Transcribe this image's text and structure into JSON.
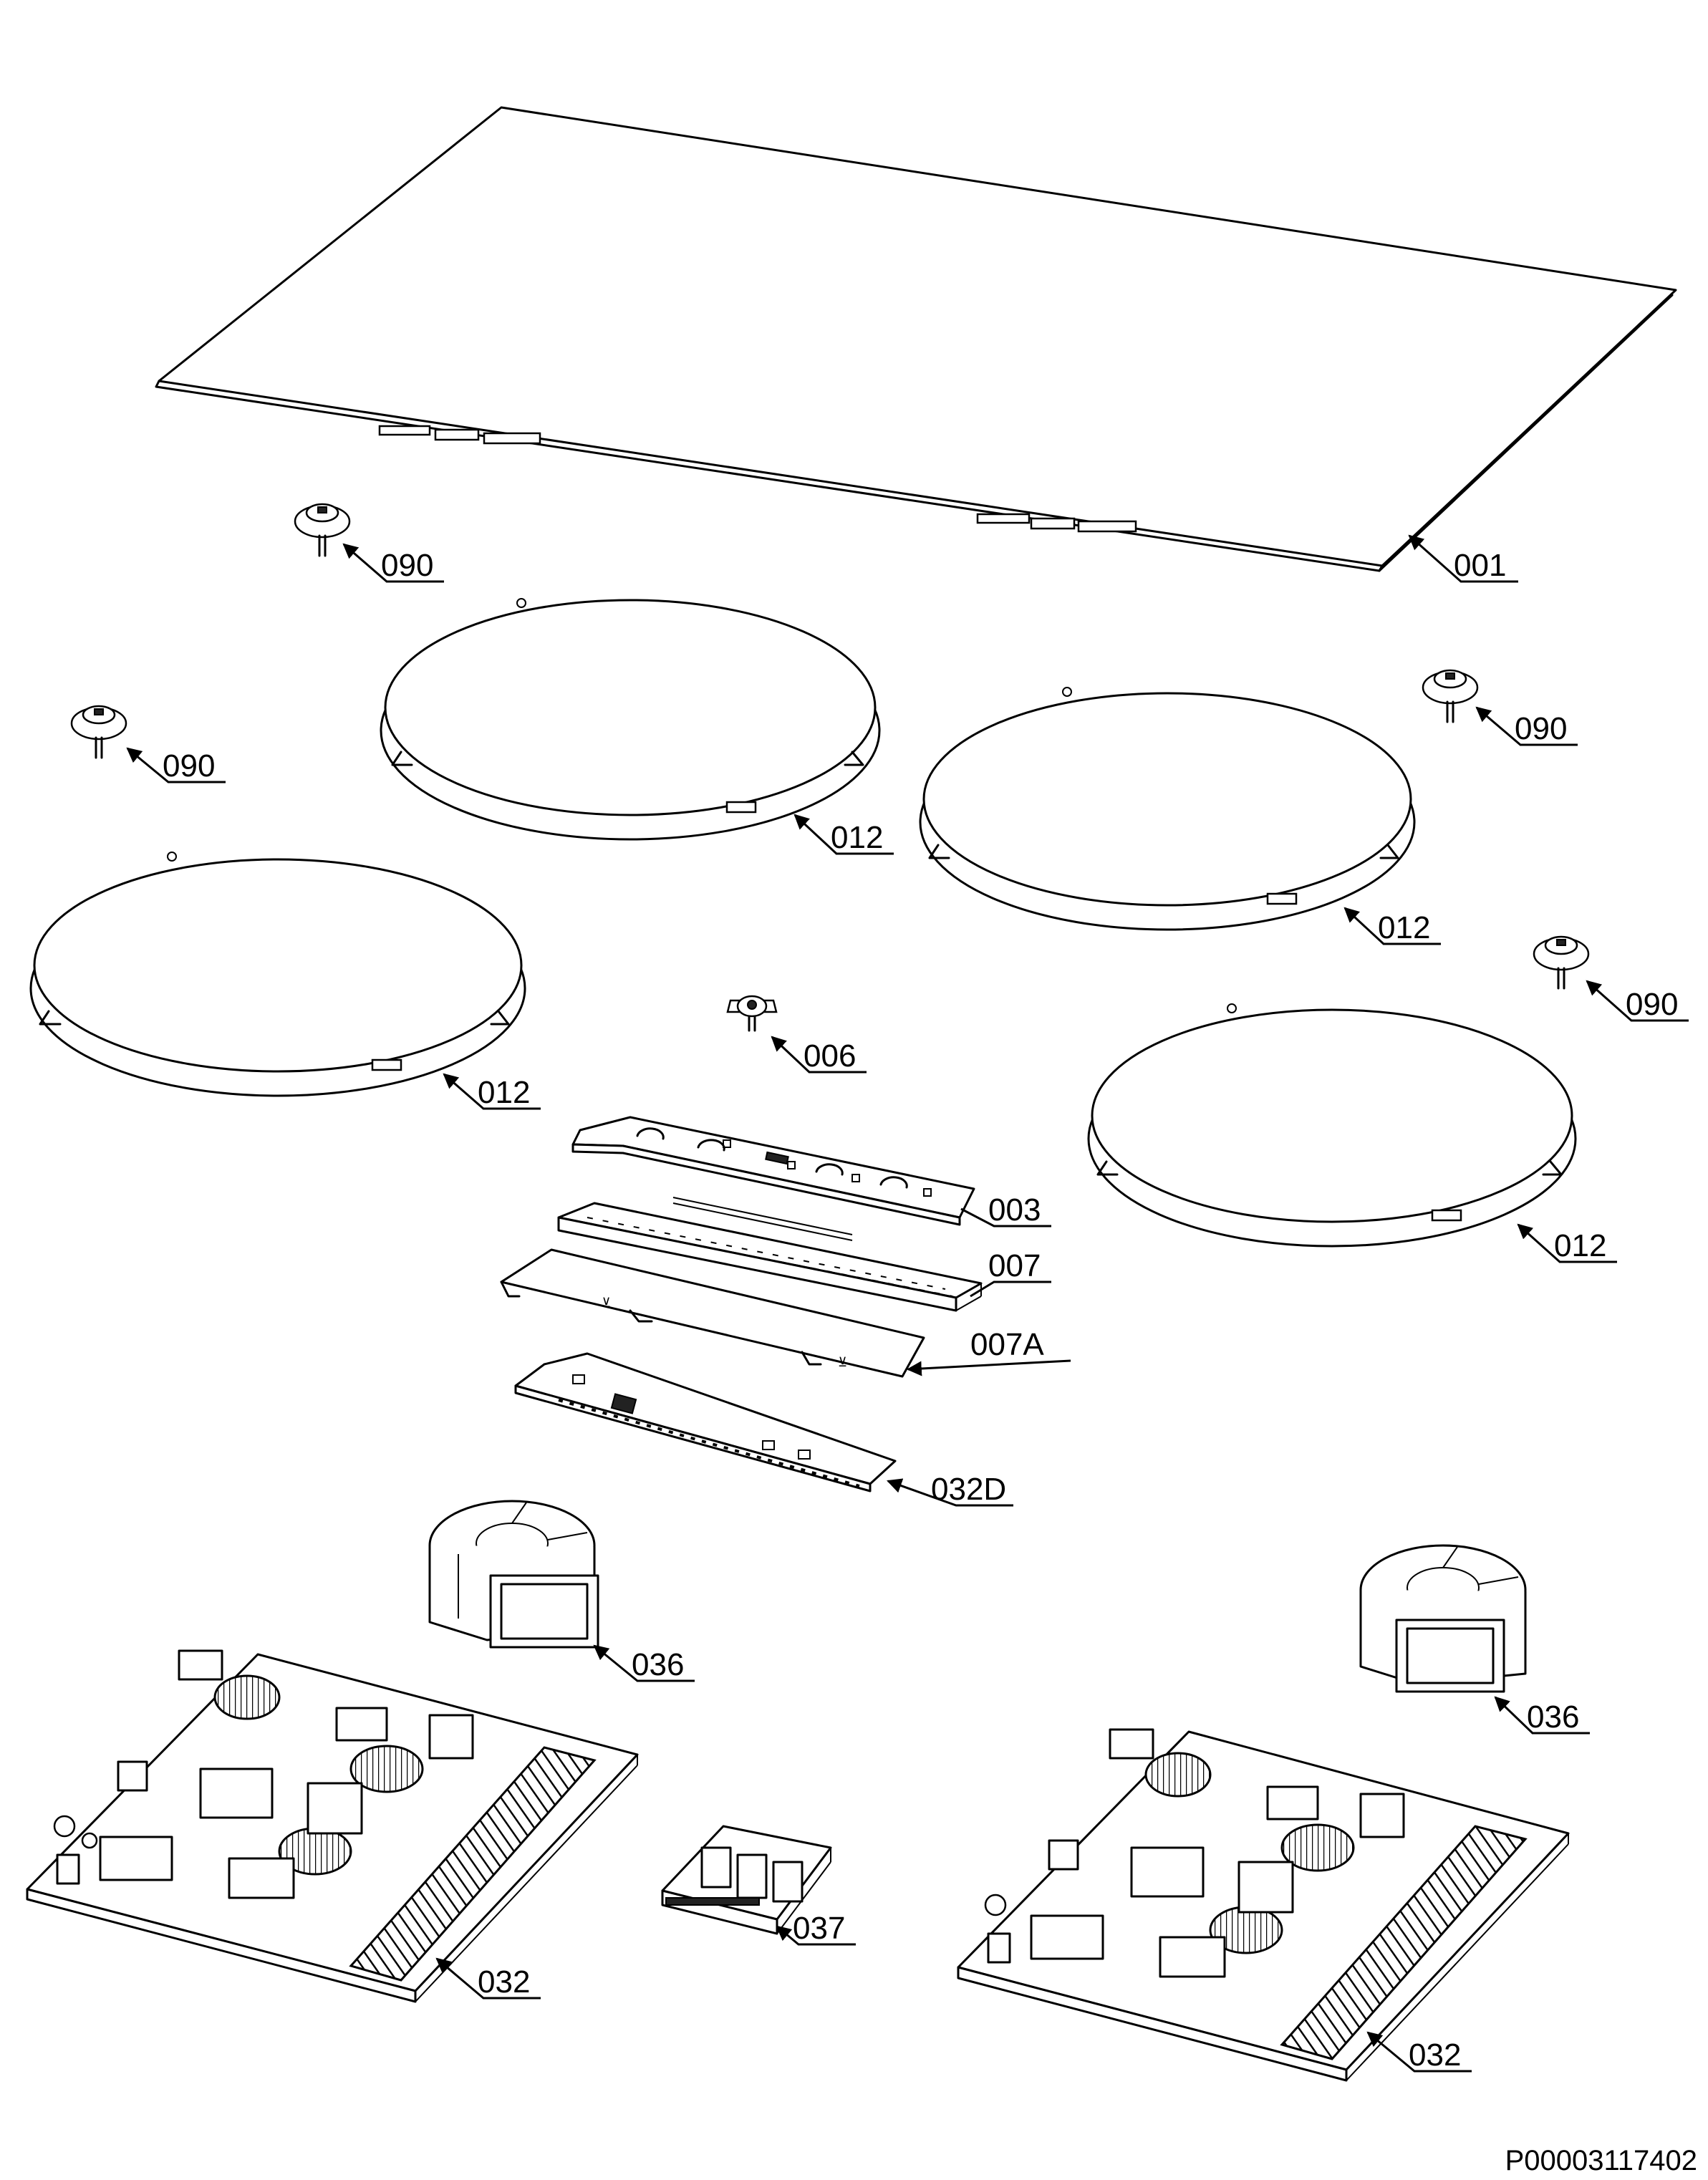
{
  "callouts": {
    "c001": "001",
    "c090_a": "090",
    "c090_b": "090",
    "c090_c": "090",
    "c090_d": "090",
    "c012_a": "012",
    "c012_b": "012",
    "c012_c": "012",
    "c012_d": "012",
    "c006": "006",
    "c003": "003",
    "c007": "007",
    "c007A": "007A",
    "c032D": "032D",
    "c036_a": "036",
    "c036_b": "036",
    "c037": "037",
    "c032_a": "032",
    "c032_b": "032"
  },
  "document_id": "P00003117402"
}
